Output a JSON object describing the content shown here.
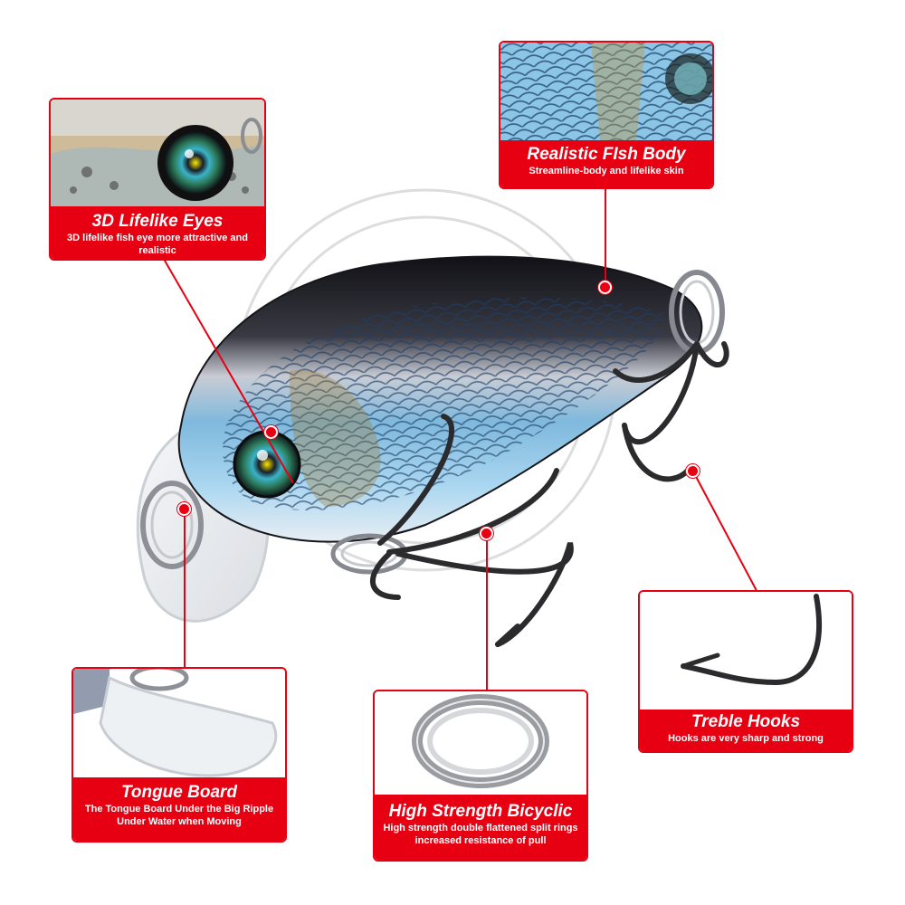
{
  "features": [
    {
      "title": "3D Lifelike  Eyes",
      "desc": "3D lifelike fish eye more attractive and realistic",
      "photo": "eye-closeup"
    },
    {
      "title": "Realistic FIsh Body",
      "desc": "Streamline-body and lifelike skin",
      "photo": "scale-closeup"
    },
    {
      "title": "Treble Hooks",
      "desc": "Hooks are very sharp and strong",
      "photo": "hook-closeup"
    },
    {
      "title": "High Strength Bicyclic",
      "desc": "High strength double flattened split rings increased resistance of pull",
      "photo": "split-ring"
    },
    {
      "title": "Tongue Board",
      "desc": "The Tongue Board Under the Big Ripple Under Water when Moving",
      "photo": "lip-closeup"
    }
  ],
  "colors": {
    "accent": "#e60012",
    "lure_back": "#1e1e22",
    "lure_scales": "#8fc8e8",
    "metal": "#2b2b2e"
  }
}
